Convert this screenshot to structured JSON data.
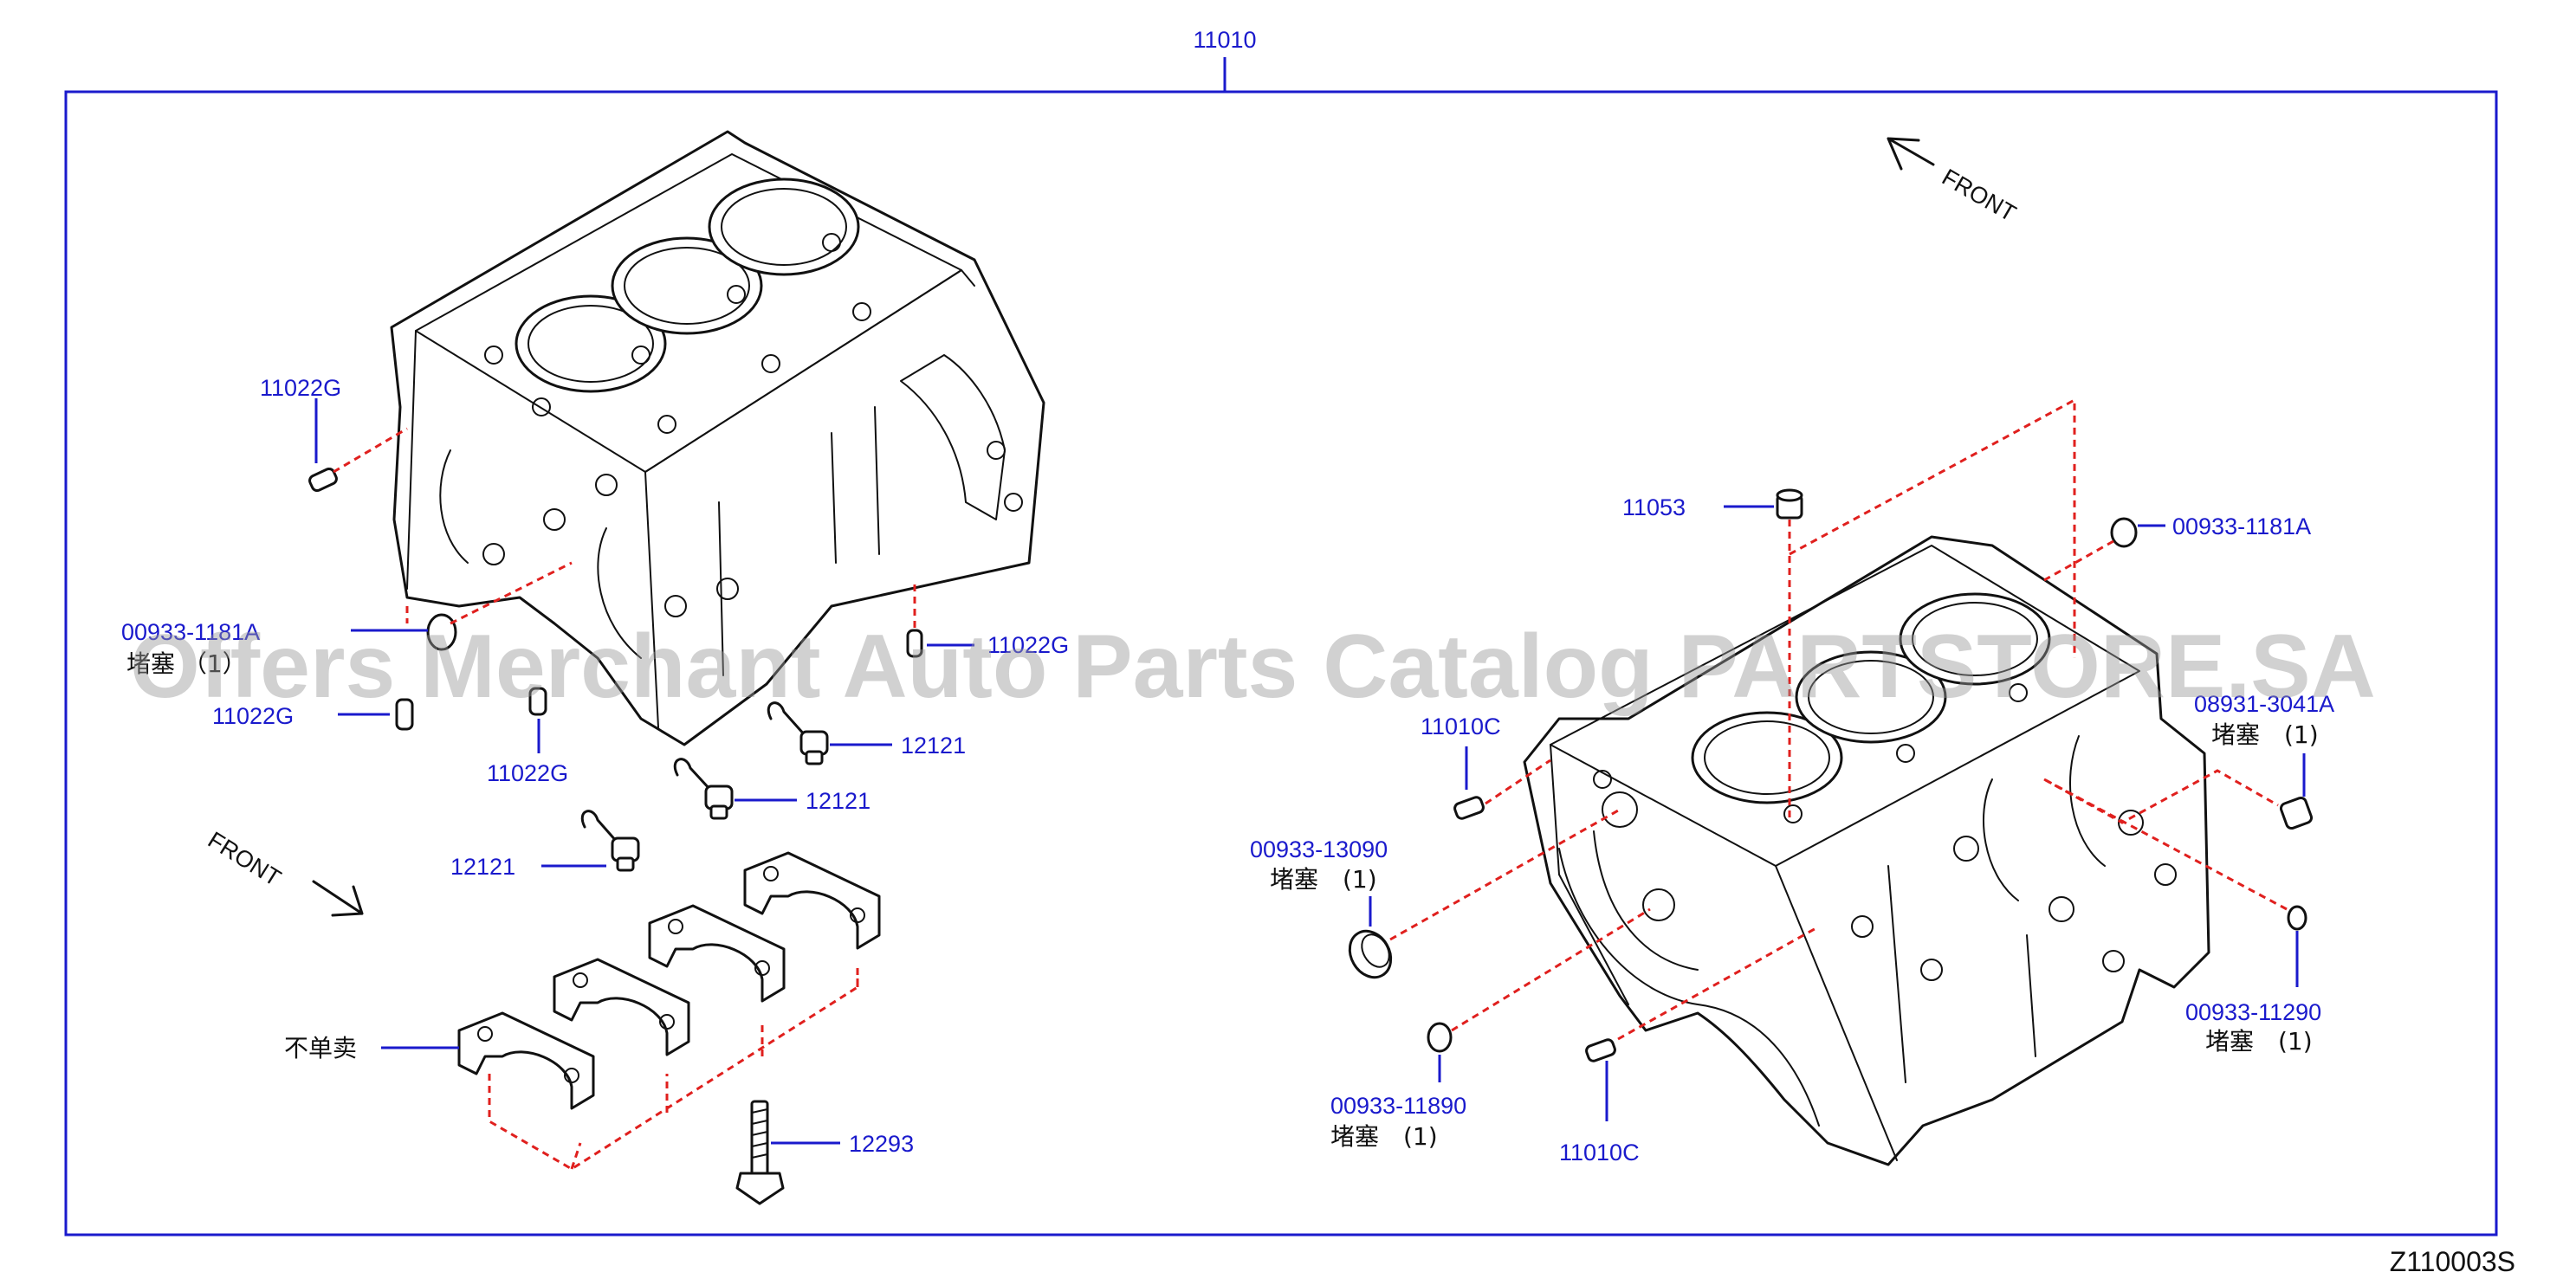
{
  "diagram": {
    "top_label": "11010",
    "footer_code": "Z110003S",
    "watermark": "Offers Merchant Auto Parts Catalog PARTSTORE.SA",
    "front_labels": [
      "FRONT",
      "FRONT"
    ],
    "callouts": [
      "11022G",
      "00933-1181A",
      "11022G",
      "11022G",
      "11022G",
      "12121",
      "12121",
      "12121",
      "12293",
      "11053",
      "00933-1181A",
      "08931-3041A",
      "11010C",
      "00933-13090",
      "00933-11890",
      "11010C",
      "00933-11290"
    ],
    "notes": [
      "堵塞 （1）",
      "不单卖",
      "堵塞　(1)",
      "堵塞　(1)",
      "堵塞　(1)",
      "堵塞　(1)"
    ]
  },
  "colors": {
    "callout_blue": "#1a1acc",
    "dashed_red": "#e0201e",
    "line_black": "#111111",
    "watermark_grey": "#9a9a9a"
  }
}
